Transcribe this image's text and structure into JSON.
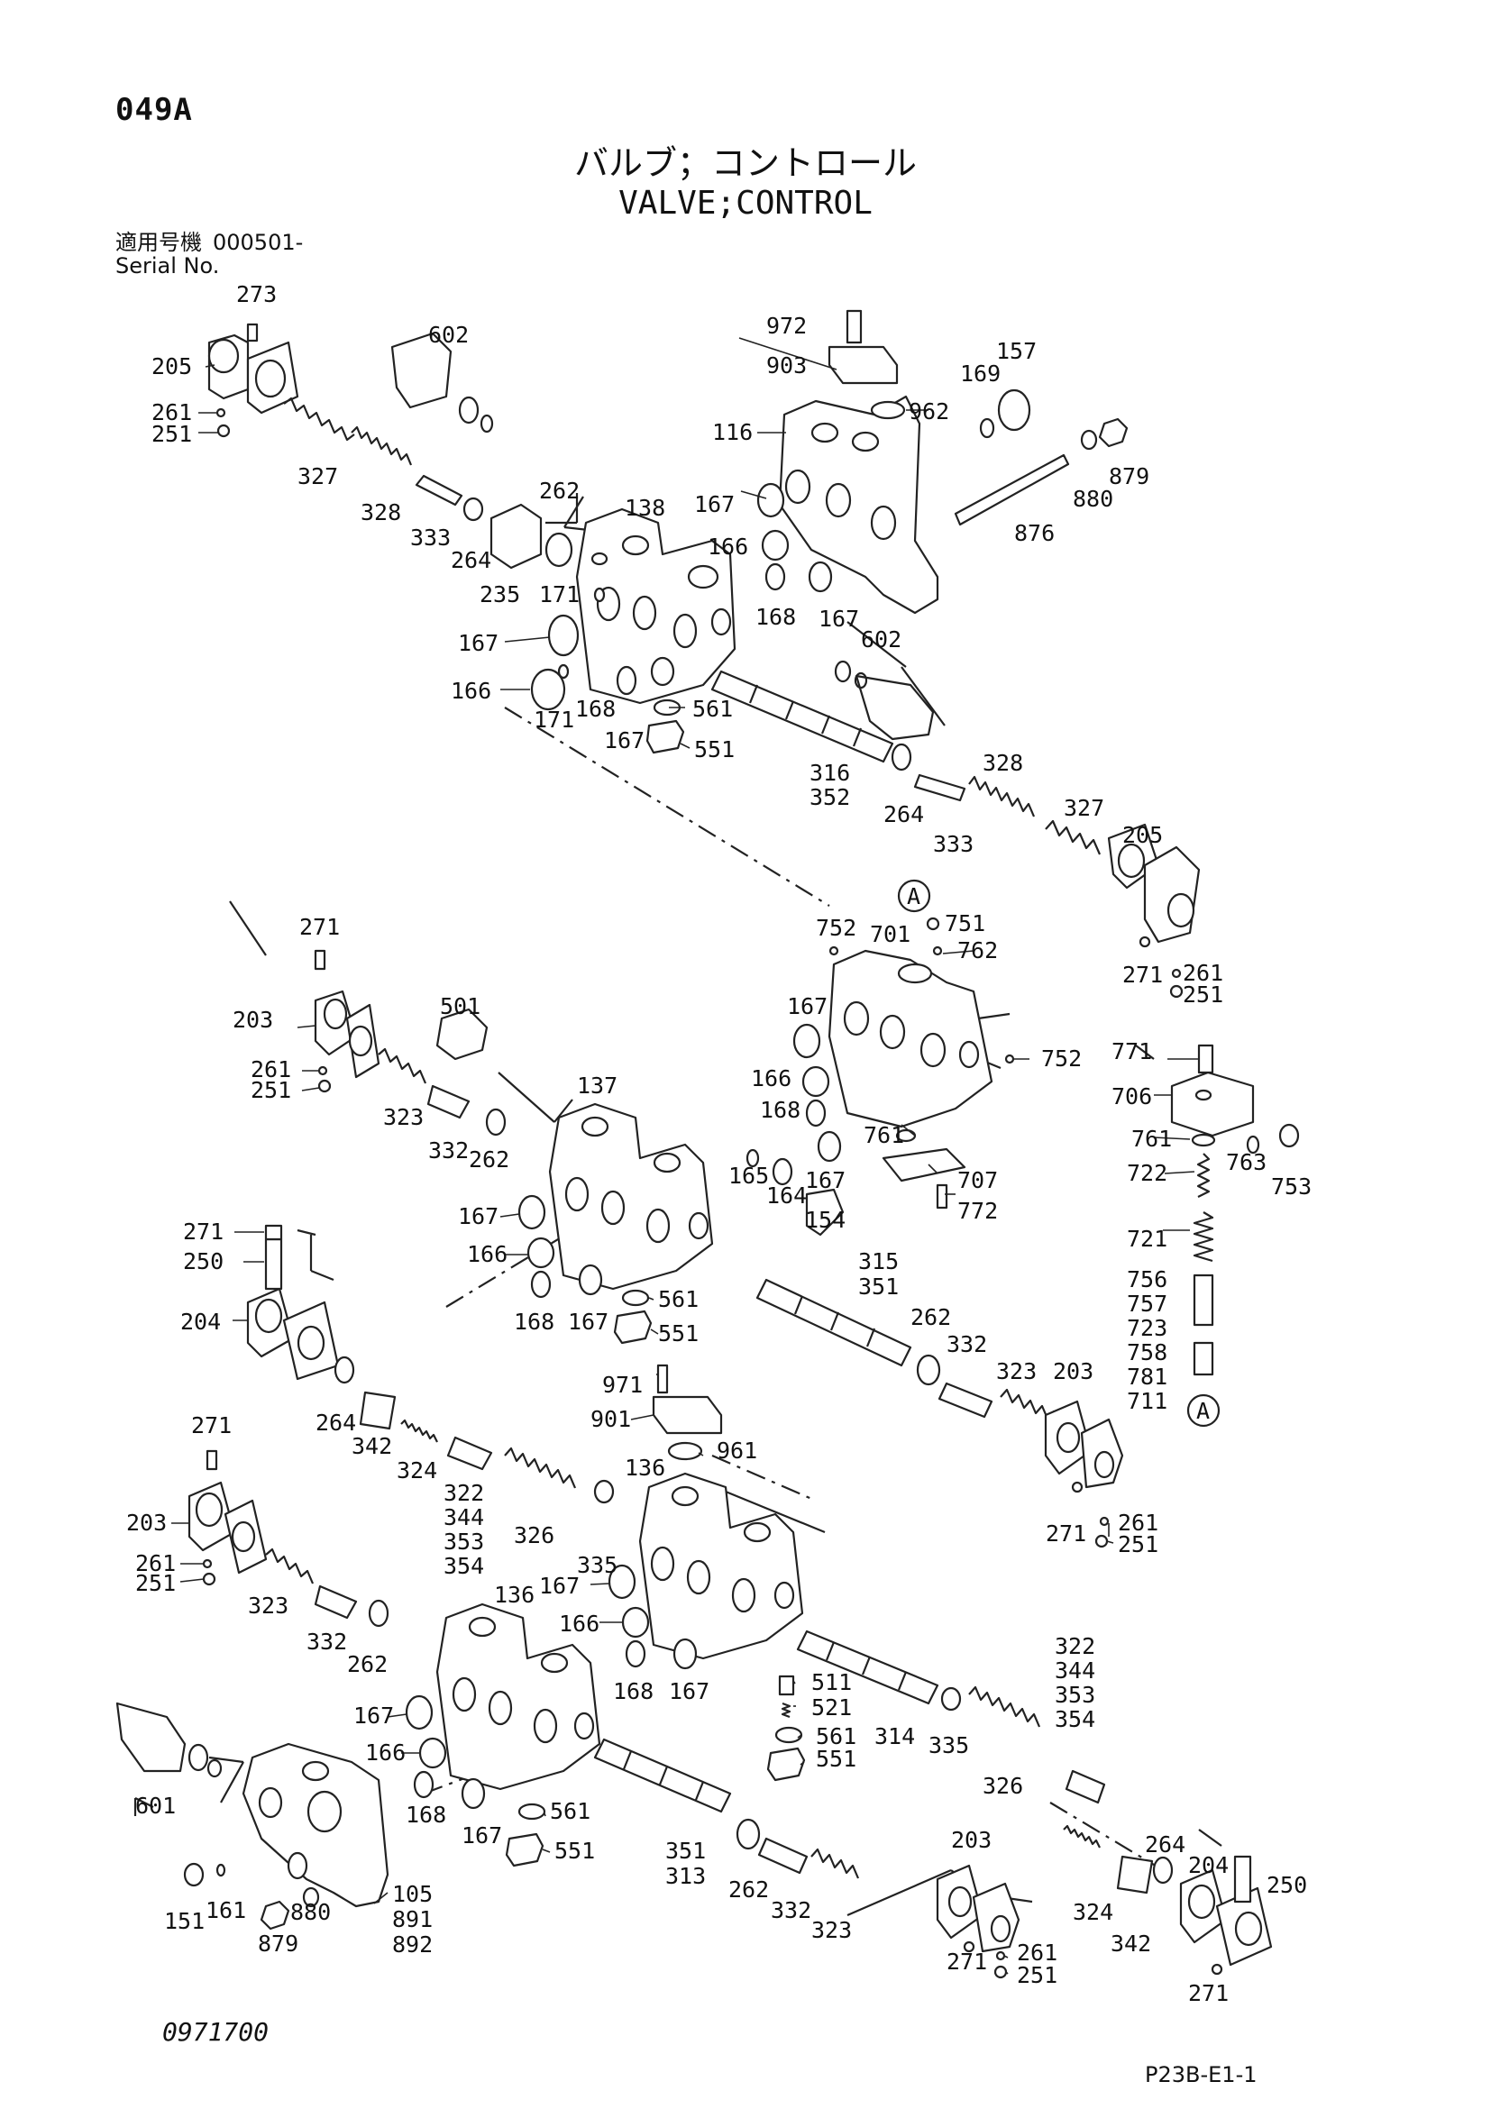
{
  "page_id": "049A",
  "title_jp": "バルブ；コントロール",
  "title_en": "VALVE;CONTROL",
  "serial_label_jp": "適用号機",
  "serial_label_en": "Serial No.",
  "serial_value": "000501-",
  "footer_code": "0971700",
  "footer_ref": "P23B-E1-1",
  "callouts": {
    "A": "A",
    "A2": "A"
  },
  "labels": [
    "273",
    "205",
    "261",
    "251",
    "327",
    "328",
    "333",
    "264",
    "235",
    "602",
    "262",
    "138",
    "171",
    "167",
    "166",
    "168",
    "171",
    "167",
    "972",
    "903",
    "962",
    "157",
    "169",
    "116",
    "167",
    "166",
    "168",
    "167",
    "880",
    "879",
    "876",
    "602",
    "561",
    "551",
    "316",
    "352",
    "264",
    "333",
    "328",
    "327",
    "205",
    "271",
    "261",
    "251",
    "752",
    "701",
    "751",
    "762",
    "167",
    "166",
    "168",
    "167",
    "761",
    "707",
    "772",
    "752",
    "771",
    "706",
    "761",
    "763",
    "753",
    "722",
    "721",
    "756",
    "757",
    "723",
    "758",
    "781",
    "711",
    "271",
    "203",
    "261",
    "251",
    "501",
    "323",
    "332",
    "262",
    "137",
    "167",
    "166",
    "168",
    "167",
    "165",
    "164",
    "154",
    "315",
    "351",
    "561",
    "551",
    "262",
    "332",
    "323",
    "203",
    "271",
    "261",
    "251",
    "271",
    "250",
    "204",
    "264",
    "342",
    "324",
    "971",
    "901",
    "961",
    "136",
    "322",
    "344",
    "353",
    "354",
    "326",
    "335",
    "167",
    "166",
    "168",
    "167",
    "271",
    "203",
    "261",
    "251",
    "323",
    "332",
    "262",
    "136",
    "167",
    "166",
    "168",
    "167",
    "601",
    "511",
    "521",
    "561",
    "551",
    "314",
    "335",
    "326",
    "322",
    "344",
    "353",
    "354",
    "561",
    "551",
    "351",
    "313",
    "262",
    "332",
    "323",
    "203",
    "271",
    "261",
    "251",
    "324",
    "264",
    "342",
    "204",
    "250",
    "271",
    "151",
    "161",
    "880",
    "879",
    "105",
    "891",
    "892"
  ]
}
